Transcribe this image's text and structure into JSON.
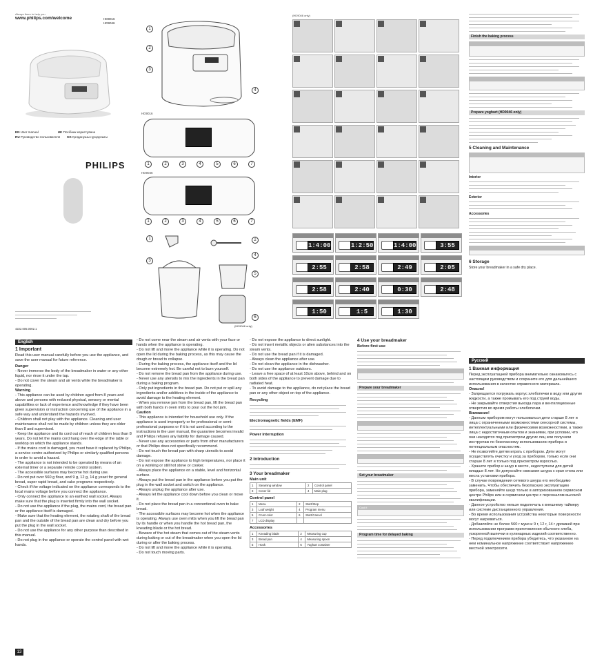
{
  "cover": {
    "brand_url": "www.philips.com/welcome",
    "models": [
      "HD9016",
      "HD9046"
    ],
    "brand": "PHILIPS",
    "languages": [
      {
        "code": "EN",
        "name": "User manual"
      },
      {
        "code": "UK",
        "name": "Посібник користувача"
      },
      {
        "code": "RU",
        "name": "Руководство пользователя"
      },
      {
        "code": "KK",
        "name": "Қолданушы нұсқаулығы"
      }
    ],
    "panel_label_a": "HD9016",
    "panel_label_b": "HD9046",
    "hd9046_only": "(HD9046 only)",
    "page_number": "13"
  },
  "callouts": [
    "1",
    "2",
    "3",
    "4",
    "5",
    "6",
    "7"
  ],
  "programs": [
    {
      "display": "1:4:00"
    },
    {
      "display": "1:2:50"
    },
    {
      "display": "1:4:00"
    },
    {
      "display": "3:55"
    },
    {
      "display": "2:55"
    },
    {
      "display": "2:58"
    },
    {
      "display": "2:49"
    },
    {
      "display": "2:05"
    },
    {
      "display": "2:58"
    },
    {
      "display": "2:40"
    },
    {
      "display": "0:30"
    },
    {
      "display": "2:48"
    },
    {
      "display": "1:50"
    },
    {
      "display": "1:5"
    },
    {
      "display": "1:30"
    }
  ],
  "english": {
    "tab": "English",
    "s1_title": "1   Important",
    "s1_intro": "Read this user manual carefully before you use the appliance, and save the user manual for future reference.",
    "danger_h": "Danger",
    "danger": [
      "- Never immerse the body of the breadmaker in water or any other liquid, nor rinse it under the tap.",
      "- Do not cover the steam and air vents while the breadmaker is operating."
    ],
    "warning_h": "Warning",
    "warning": [
      "- This appliance can be used by children aged from 8 years and above and persons with reduced physical, sensory or mental capabilities or lack of experience and knowledge if they have been given supervision or instruction concerning use of the appliance in a safe way and understand the hazards involved.",
      "- Children shall not play with the appliance. Cleaning and user maintenance shall not be made by children unless they are older than 8 and supervised.",
      "- Keep the appliance and its cord out of reach of children less than 8 years. Do not let the mains cord hang over the edge of the table or worktop on which the appliance stands.",
      "- If the mains cord is damaged, you must have it replaced by Philips, a service centre authorized by Philips or similarly qualified persons in order to avoid a hazard.",
      "- The appliance is not intended to be operated by means of an external timer or a separate remote control system.",
      "- The accessible surfaces may become hot during use.",
      "- Do not put over 560 g flour, and 9 g, 12 g, 14 g yeast for general bread, super rapid bread, and cake programs respectively.",
      "- Check if the voltage indicated on the appliance corresponds to the local mains voltage before you connect the appliance.",
      "- Only connect the appliance to an earthed wall socket. Always make sure that the plug is inserted firmly into the wall socket.",
      "- Do not use the appliance if the plug, the mains cord, the bread pan or the appliance itself is damaged.",
      "- Make sure that the heating element, the rotating shaft of the bread pan and the outside of the bread pan are clean and dry before you put the plug in the wall socket.",
      "- Do not use the appliance for any other purpose than described in this manual.",
      "- Do not plug in the appliance or operate the control panel with wet hands."
    ],
    "col2": [
      "- Do not come near the steam and air vents with your face or hands when the appliance is operating.",
      "- Do not lift and move the appliance while it is operating. Do not open the lid during the baking process, as this may cause the dough or bread to collapse.",
      "- During the baking process, the appliance itself and the lid become extremely hot. Be careful not to burn yourself.",
      "- Do not remove the bread pan from the appliance during use.",
      "- Never use any utensils to mix the ingredients in the bread pan during a baking program.",
      "- Only put ingredients in the bread pan. Do not put or spill any ingredients and/or additives in the inside of the appliance to avoid damage to the heating element.",
      "- When you remove jam from the bread pan, lift the bread pan with both hands in oven mitts to pour out the hot jam."
    ],
    "caution_h": "Caution",
    "caution": [
      "- This appliance is intended for household use only. If the appliance is used improperly or for professional or semi-professional purposes or if it is not used according to the instructions in the user manual, the guarantee becomes invalid and Philips refuses any liability for damage caused.",
      "- Never use any accessories or parts from other manufacturers or that Philips does not specifically recommend.",
      "- Do not touch the bread pan with sharp utensils to avoid damage.",
      "- Do not expose the appliance to high temperatures, nor place it on a working or still hot stove or cooker.",
      "- Always place the appliance on a stable, level and horizontal surface.",
      "- Always put the bread pan in the appliance before you put the plug in the wall socket and switch on the appliance.",
      "- Always unplug the appliance after use.",
      "- Always let the appliance cool down before you clean or move it.",
      "- Do not place the bread pan in a conventional oven to bake bread.",
      "- The accessible surfaces may become hot when the appliance is operating. Always use oven mitts when you lift the bread pan by its handle or when you handle the hot bread pan, the kneading blade or the hot bread.",
      "- Beware of the hot steam that comes out of the steam vents during baking or out of the breadmaker when you open the lid during or after the baking process.",
      "- Do not lift and move the appliance while it is operating.",
      "- Do not touch moving parts."
    ],
    "col3": [
      "- Do not expose the appliance to direct sunlight.",
      "- Do not insert metallic objects or alien substances into the steam vents.",
      "- Do not use the bread pan if it is damaged.",
      "- Always clean the appliance after use.",
      "- Do not clean the appliance in the dishwasher.",
      "- Do not use the appliance outdoors.",
      "- Leave a free space of at least 10cm above, behind and on both sides of the appliance to prevent damage due to radiated heat.",
      "- To avoid damage to the appliance, do not place the bread pan or any other object on top of the appliance."
    ],
    "recycling_h": "Recycling",
    "emf_h": "Electromagnetic fields (EMF)",
    "power_h": "Power interruption",
    "s2_title": "2   Introduction",
    "s3_title": "3   Your breadmaker",
    "main_unit_h": "Main unit",
    "main_unit": [
      [
        "1",
        "Steaming window",
        "2",
        "Control panel"
      ],
      [
        "3",
        "Cover lid",
        "4",
        "Main plug"
      ]
    ],
    "control_h": "Control panel",
    "control": [
      [
        "1",
        "Menu",
        "2",
        "Start/Stop"
      ],
      [
        "3",
        "Loaf weight",
        "4",
        "Program menu"
      ],
      [
        "5",
        "Crust color",
        "6",
        "Start/Cancel"
      ],
      [
        "7",
        "LCD display",
        "",
        ""
      ]
    ],
    "acc_h": "Accessories",
    "acc": [
      [
        "1",
        "Kneading blade",
        "2",
        "Measuring cup"
      ],
      [
        "3",
        "Bread pan",
        "4",
        "Measuring spoon"
      ],
      [
        "5",
        "Hook",
        "6",
        "Yoghurt container"
      ]
    ],
    "s4_title": "4   Use your breadmaker",
    "before_h": "Before first use",
    "prepare_h": "Prepare your breadmaker",
    "set_h": "Set your breadmaker",
    "cool_h": "Cool it",
    "preset_h": "Program time for delayed baking",
    "bake_h": "Finish the baking process",
    "yoghurt_h": "Prepare yoghurt (HD9046 only)",
    "s5_title": "5   Cleaning and Maintenance",
    "interior_h": "Interior",
    "exterior_h": "Exterior",
    "accessories_h": "Accessories",
    "s6_title": "6   Storage",
    "s6_text": "Store your breadmaker in a safe dry place."
  },
  "russian": {
    "tab": "Русский",
    "s1_title": "1   Важная информация",
    "intro": "Перед эксплуатацией прибора внимательно ознакомьтесь с настоящим руководством и сохраните его для дальнейшего использования в качестве справочного материала.",
    "danger_h": "Опасно!",
    "danger": [
      "- Запрещается погружать корпус хлебопечки в воду или другие жидкости, а также промывать его под струей воды.",
      "- Не закрывайте отверстия выхода пара и вентиляционные отверстия во время работы хлебопечки."
    ],
    "warning_h": "Внимание!",
    "warning": [
      "- Данным прибором могут пользоваться дети старше 8 лет и лица с ограниченными возможностями сенсорной системы, интеллектуальными или физическими возможностями, а также лица с недостаточным опытом и знаниями, при условии, что они находятся под присмотром других лиц или получили инструктаж по безопасному использованию прибора и потенциальным опасностям.",
      "- Не позволяйте детям играть с прибором. Дети могут осуществлять очистку и уход за прибором, только если они старше 8 лет и только под присмотром взрослых.",
      "- Храните прибор и шнур в месте, недоступном для детей младше 8 лет. Не допускайте свисания шнура с края стола или места установки прибора.",
      "- В случае повреждения сетевого шнура его необходимо заменить. Чтобы обеспечить безопасную эксплуатацию прибора, заменяйте шнур только в авторизованном сервисном центре Philips или в сервисном центре с персоналом высокой квалификации.",
      "- Данное устройство нельзя подключать к внешнему таймеру или системе дистанционного управления.",
      "- Во время использования устройства некоторые поверхности могут нагреваться.",
      "- Добавляйте не более 560 г муки и 9 г, 12 г, 14 г дрожжей при использовании программ приготовления обычного хлеба, ускоренной выпечки и кулинарных изделий соответственно.",
      "- Перед подключением прибора убедитесь, что указанное на нем номинальное напряжение соответствует напряжению местной электросети."
    ]
  },
  "footer": {
    "code": "4222.005.0002.1"
  }
}
